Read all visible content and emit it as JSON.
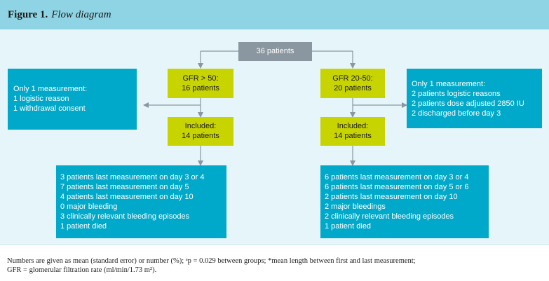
{
  "figure": {
    "label": "Figure 1.",
    "title": "Flow diagram"
  },
  "diagram": {
    "root": "36 patients",
    "left_group": {
      "label_lines": [
        "GFR > 50:",
        "16 patients"
      ],
      "excluded_lines": [
        "Only 1 measurement:",
        "1 logistic reason",
        "1 withdrawal consent"
      ],
      "included_lines": [
        "Included:",
        "14 patients"
      ],
      "outcome_lines": [
        "3 patients last measurement on day 3 or 4",
        "7 patients last measurement on day 5",
        "4 patients last measurement on day 10",
        "0 major bleeding",
        "3 clinically relevant bleeding episodes",
        "1 patient died"
      ]
    },
    "right_group": {
      "label_lines": [
        "GFR 20-50:",
        "20 patients"
      ],
      "excluded_lines": [
        "Only 1 measurement:",
        "2 patients logistic reasons",
        "2 patients dose adjusted 2850 IU",
        "2 discharged before day 3"
      ],
      "included_lines": [
        "Included:",
        "14 patients"
      ],
      "outcome_lines": [
        "6 patients last measurement on day 3 or 4",
        "6 patients last measurement on day 5 or 6",
        "2 patients last measurement on day 10",
        "2 major bleedings",
        "2 clinically relevant bleeding episodes",
        "1 patient died"
      ]
    }
  },
  "footnote": {
    "line1": "Numbers are given as mean (standard error) or number (%); ᵃp = 0.029 between groups; *mean length between first and last measurement;",
    "line2": "GFR = glomerular filtration rate (ml/min/1.73 m²)."
  },
  "colors": {
    "header": "#8fd4e4",
    "background": "#e6f5fa",
    "cyan_box": "#00a9c9",
    "lime_box": "#c8d400",
    "gray_box": "#8a96a0",
    "connector": "#8a96a0"
  }
}
